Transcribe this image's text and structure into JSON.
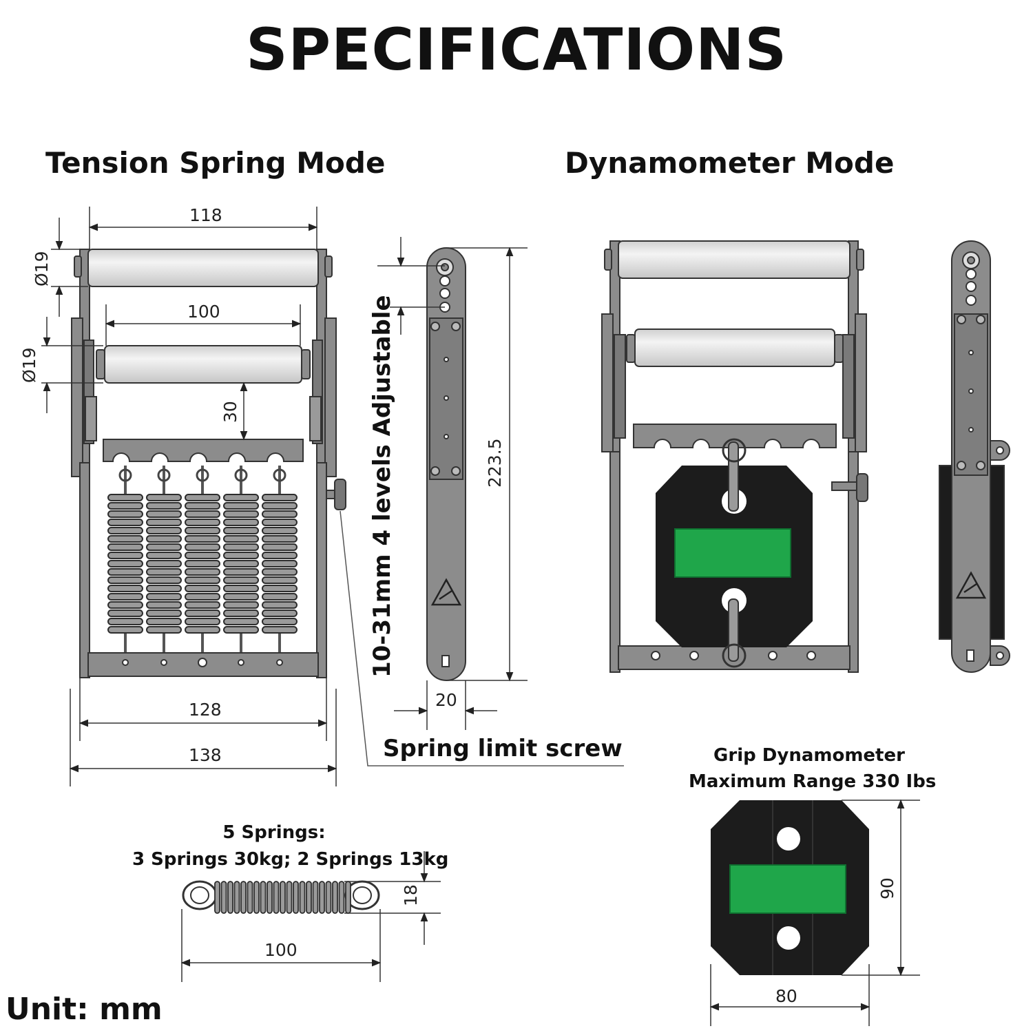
{
  "title": "SPECIFICATIONS",
  "modes": {
    "tension": "Tension Spring Mode",
    "dynamometer": "Dynamometer Mode"
  },
  "dimensions": {
    "top_handle_width": "118",
    "top_handle_diameter": "Ø19",
    "inner_handle_width": "100",
    "inner_handle_diameter": "Ø19",
    "handle_gap": "30",
    "frame_inner_width": "128",
    "frame_outer_width": "138",
    "side_height": "223.5",
    "side_width": "20",
    "spring_diameter": "18",
    "spring_length": "100",
    "dyno_height": "90",
    "dyno_width": "80"
  },
  "labels": {
    "adjustable": "10-31mm 4 levels Adjustable",
    "spring_limit_screw": "Spring limit screw",
    "springs_title": "5 Springs:",
    "springs_detail": "3 Springs 30kg; 2 Springs 13kg",
    "dyno_line1": "Grip Dynamometer",
    "dyno_line2": "Maximum Range 330 Ibs",
    "unit": "Unit: mm"
  },
  "colors": {
    "frame": "#8c8c8c",
    "dark": "#1c1c1c",
    "display": "#1fa64a",
    "roller": "#e3e3e3"
  },
  "icons": [
    "triangle-logo-icon",
    "screw-knob-icon"
  ]
}
